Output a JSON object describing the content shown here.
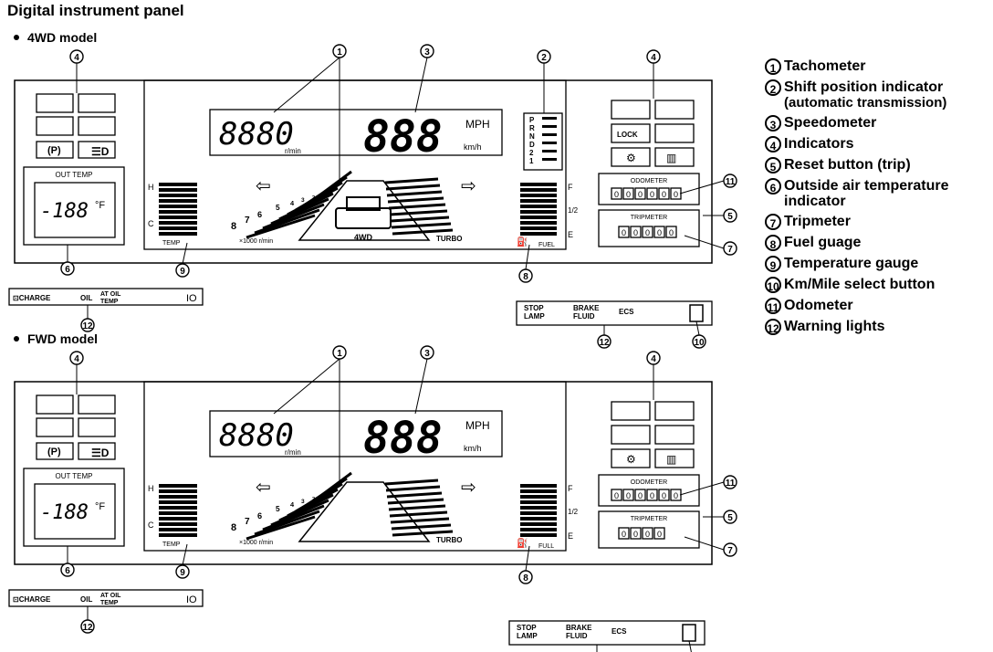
{
  "page": {
    "title": "Digital instrument panel"
  },
  "models": [
    {
      "name": "4WD model",
      "tacho_digits": "8880",
      "tacho_unit": "r/min",
      "speed_digits": "888",
      "speed_unit_mph": "MPH",
      "speed_unit_kmh": "km/h",
      "tach_scale": [
        "8",
        "7",
        "6",
        "5",
        "4",
        "3",
        "2",
        "1"
      ],
      "tach_scale_label": "×1000 r/min",
      "turbo_label": "TURBO",
      "drive_badge": "4WD",
      "temp_labels": {
        "hot": "H",
        "cold": "C",
        "name": "TEMP"
      },
      "fuel_labels": {
        "full": "F",
        "half": "1/2",
        "empty": "E",
        "name": "FUEL"
      },
      "shift_positions": [
        "P",
        "R",
        "N",
        "D",
        "2",
        "1"
      ],
      "out_temp": {
        "label": "OUT TEMP",
        "value": "-188",
        "unit": "°F"
      },
      "odometer": {
        "label": "ODOMETER",
        "digits": [
          "0",
          "0",
          "0",
          "0",
          "0",
          "0"
        ]
      },
      "tripmeter": {
        "label": "TRIPMETER",
        "digits": [
          "0",
          "0",
          "0",
          "0",
          "0"
        ]
      },
      "warning_strip": {
        "charge": "CHARGE",
        "oil": "OIL",
        "at_oil_temp_1": "AT OIL",
        "at_oil_temp_2": "TEMP",
        "io": "IO"
      },
      "brake_strip": {
        "stop_lamp_1": "STOP",
        "stop_lamp_2": "LAMP",
        "brake_fluid_1": "BRAKE",
        "brake_fluid_2": "FLUID",
        "ecs": "ECS"
      },
      "indicator_labels": {
        "p": "(P)",
        "lock": "LOCK"
      }
    },
    {
      "name": "FWD model",
      "tacho_digits": "8880",
      "tacho_unit": "r/min",
      "speed_digits": "888",
      "speed_unit_mph": "MPH",
      "speed_unit_kmh": "km/h",
      "tach_scale": [
        "8",
        "7",
        "6",
        "5",
        "4",
        "3",
        "2",
        "1"
      ],
      "tach_scale_label": "×1000 r/min",
      "turbo_label": "TURBO",
      "temp_labels": {
        "hot": "H",
        "cold": "C",
        "name": "TEMP"
      },
      "fuel_labels": {
        "full": "F",
        "half": "1/2",
        "empty": "E",
        "name": "FULL"
      },
      "out_temp": {
        "label": "OUT TEMP",
        "value": "-188",
        "unit": "°F"
      },
      "odometer": {
        "label": "ODOMETER",
        "digits": [
          "0",
          "0",
          "0",
          "0",
          "0",
          "0"
        ]
      },
      "tripmeter": {
        "label": "TRIPMETER",
        "digits": [
          "0",
          "0",
          "0",
          "0"
        ]
      },
      "warning_strip": {
        "charge": "CHARGE",
        "oil": "OIL",
        "at_oil_temp_1": "AT OIL",
        "at_oil_temp_2": "TEMP",
        "io": "IO"
      },
      "brake_strip": {
        "stop_lamp_1": "STOP",
        "stop_lamp_2": "LAMP",
        "brake_fluid_1": "BRAKE",
        "brake_fluid_2": "FLUID",
        "ecs": "ECS"
      },
      "indicator_labels": {
        "p": "(P)"
      }
    }
  ],
  "legend": [
    {
      "num": "1",
      "label": "Tachometer"
    },
    {
      "num": "2",
      "label": "Shift position indicator",
      "sub": "(automatic transmission)"
    },
    {
      "num": "3",
      "label": "Speedometer"
    },
    {
      "num": "4",
      "label": "Indicators"
    },
    {
      "num": "5",
      "label": "Reset button (trip)"
    },
    {
      "num": "6",
      "label": "Outside air temperature indicator"
    },
    {
      "num": "7",
      "label": "Tripmeter"
    },
    {
      "num": "8",
      "label": "Fuel guage"
    },
    {
      "num": "9",
      "label": "Temperature gauge"
    },
    {
      "num": "10",
      "label": "Km/Mile select button"
    },
    {
      "num": "11",
      "label": "Odometer"
    },
    {
      "num": "12",
      "label": "Warning lights"
    }
  ]
}
